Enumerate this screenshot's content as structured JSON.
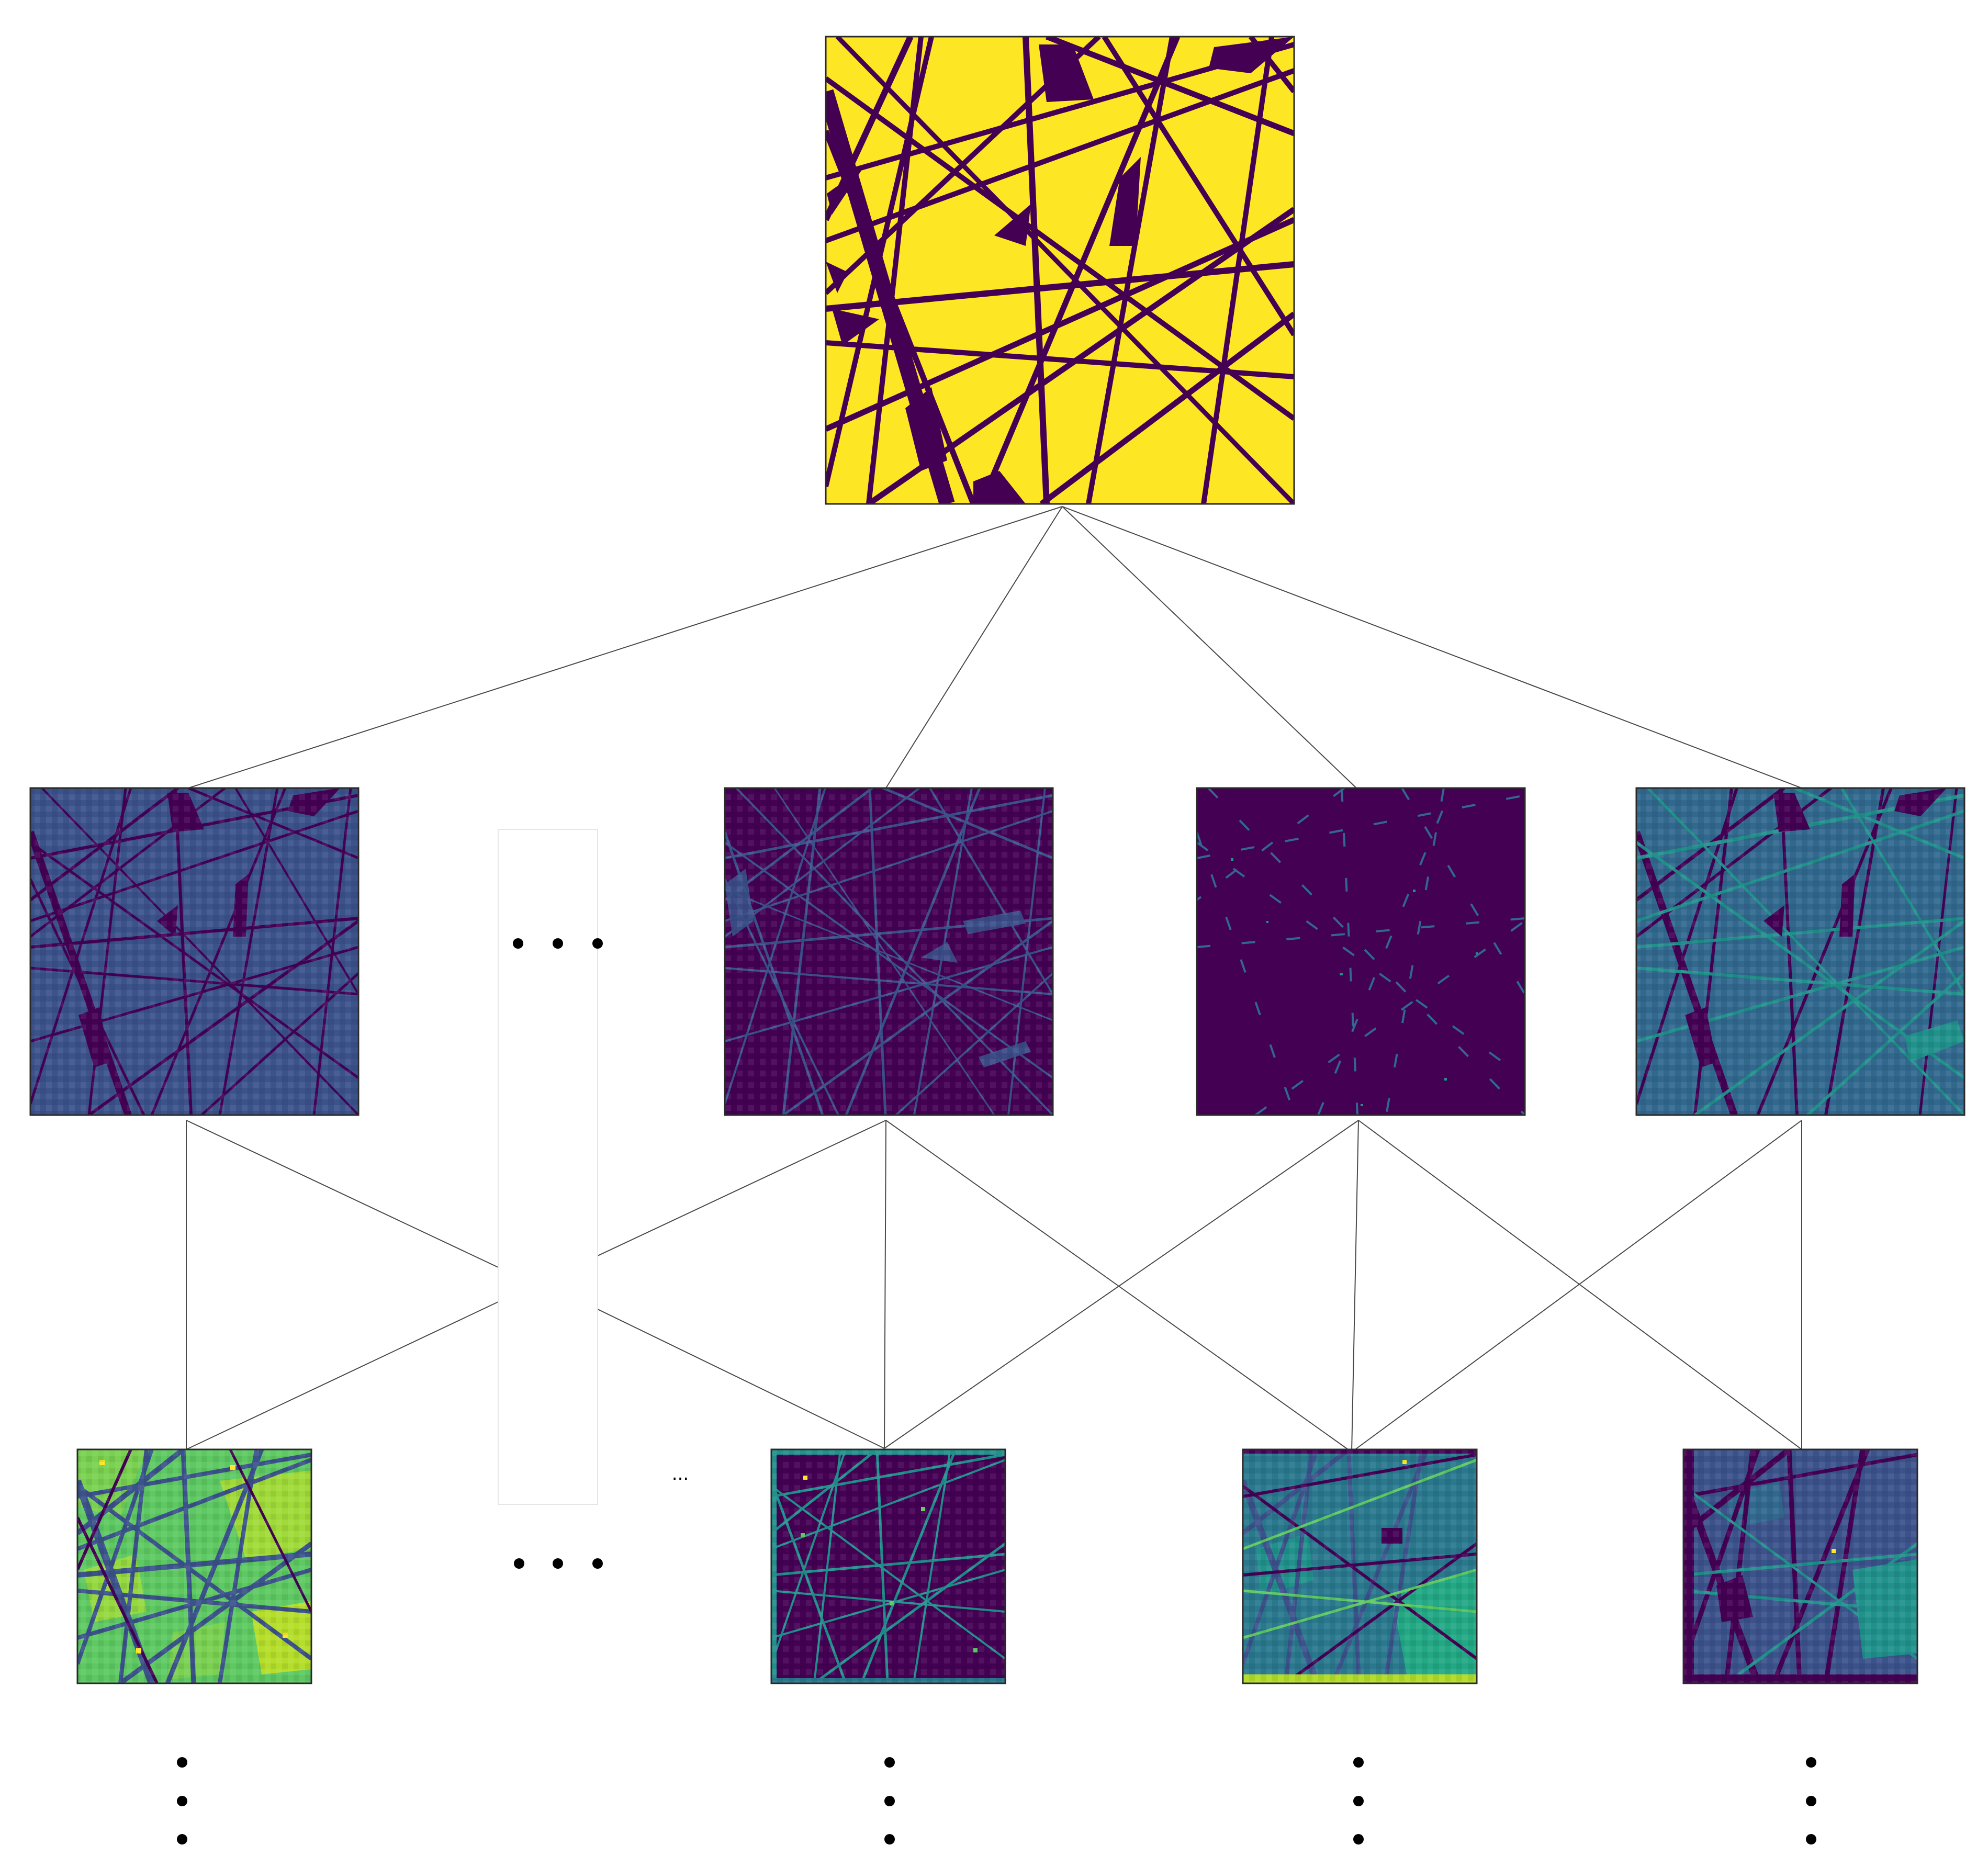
{
  "diagram": {
    "colors": {
      "background": "#ffffff",
      "connector": "#4a4a4a",
      "node_border": "#2a2a2a",
      "dots": "#000000",
      "placeholder_border": "#e6e6e6"
    },
    "colormap": "viridis",
    "labels": {
      "small_ellipsis": "..."
    },
    "nodes": [
      {
        "id": "input",
        "level": 0,
        "kind": "binary-line-pattern",
        "base_color": "#fde725",
        "line_color": "#440154",
        "icon": "random-line-network-image"
      },
      {
        "id": "feature-1-1",
        "level": 1,
        "base_color": "#3b528b",
        "line_color": "#440154",
        "icon": "feature-map-image"
      },
      {
        "id": "feature-1-2",
        "level": 1,
        "base_color": "#440154",
        "line_color": "#3b528b",
        "icon": "feature-map-image"
      },
      {
        "id": "feature-1-3",
        "level": 1,
        "base_color": "#440154",
        "line_color": "#2a788e",
        "icon": "feature-map-image"
      },
      {
        "id": "feature-1-4",
        "level": 1,
        "base_color": "#31688e",
        "line_color": "#21918c",
        "icon": "feature-map-image"
      },
      {
        "id": "feature-2-1",
        "level": 2,
        "base_color": "#5ec962",
        "line_color": "#3b528b",
        "icon": "pixelated-feature-map-image"
      },
      {
        "id": "feature-2-2",
        "level": 2,
        "base_color": "#440154",
        "line_color": "#21918c",
        "icon": "pixelated-feature-map-image"
      },
      {
        "id": "feature-2-3",
        "level": 2,
        "base_color": "#2a788e",
        "line_color": "#22a884",
        "icon": "pixelated-feature-map-image"
      },
      {
        "id": "feature-2-4",
        "level": 2,
        "base_color": "#3b528b",
        "line_color": "#21918c",
        "icon": "pixelated-feature-map-image"
      }
    ],
    "edges": [
      [
        "input",
        "feature-1-1"
      ],
      [
        "input",
        "feature-1-2"
      ],
      [
        "input",
        "feature-1-3"
      ],
      [
        "input",
        "feature-1-4"
      ],
      [
        "feature-1-1",
        "feature-2-1"
      ],
      [
        "feature-1-1",
        "placeholder"
      ],
      [
        "feature-1-2",
        "placeholder"
      ],
      [
        "feature-1-2",
        "feature-2-2"
      ],
      [
        "feature-1-2",
        "feature-2-3"
      ],
      [
        "feature-1-3",
        "feature-2-2"
      ],
      [
        "feature-1-3",
        "feature-2-3"
      ],
      [
        "feature-1-3",
        "feature-2-4"
      ],
      [
        "feature-1-4",
        "feature-2-3"
      ],
      [
        "feature-1-4",
        "feature-2-4"
      ],
      [
        "placeholder",
        "feature-2-1"
      ],
      [
        "placeholder",
        "feature-2-2"
      ]
    ]
  }
}
